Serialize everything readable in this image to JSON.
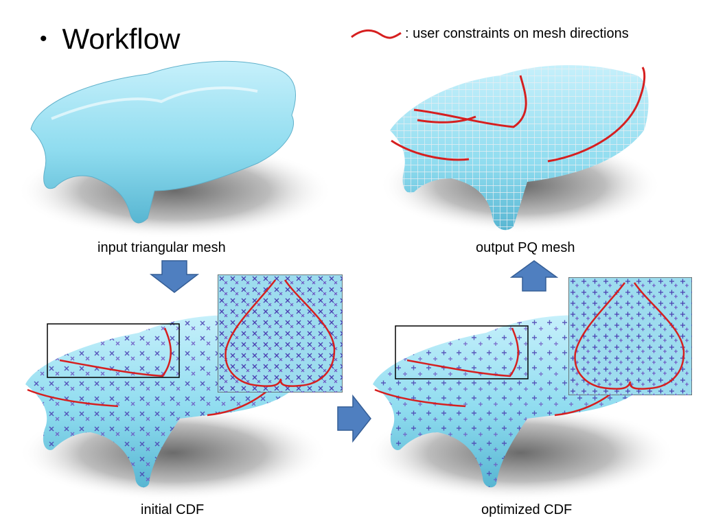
{
  "slide": {
    "title": "Workflow",
    "legend_text": ": user constraints on mesh directions",
    "captions": {
      "input": "input triangular mesh",
      "output": "output PQ mesh",
      "initial": "initial CDF",
      "optimized": "optimized CDF"
    }
  },
  "colors": {
    "mesh": "#8fdcef",
    "mesh_dark": "#4aa9c8",
    "constraint": "#d61f1f",
    "arrow": "#4f7fc0",
    "cross": "#4a3fb0"
  },
  "icons": {
    "down": "arrow-down-icon",
    "right": "arrow-right-icon",
    "up": "arrow-up-icon"
  }
}
